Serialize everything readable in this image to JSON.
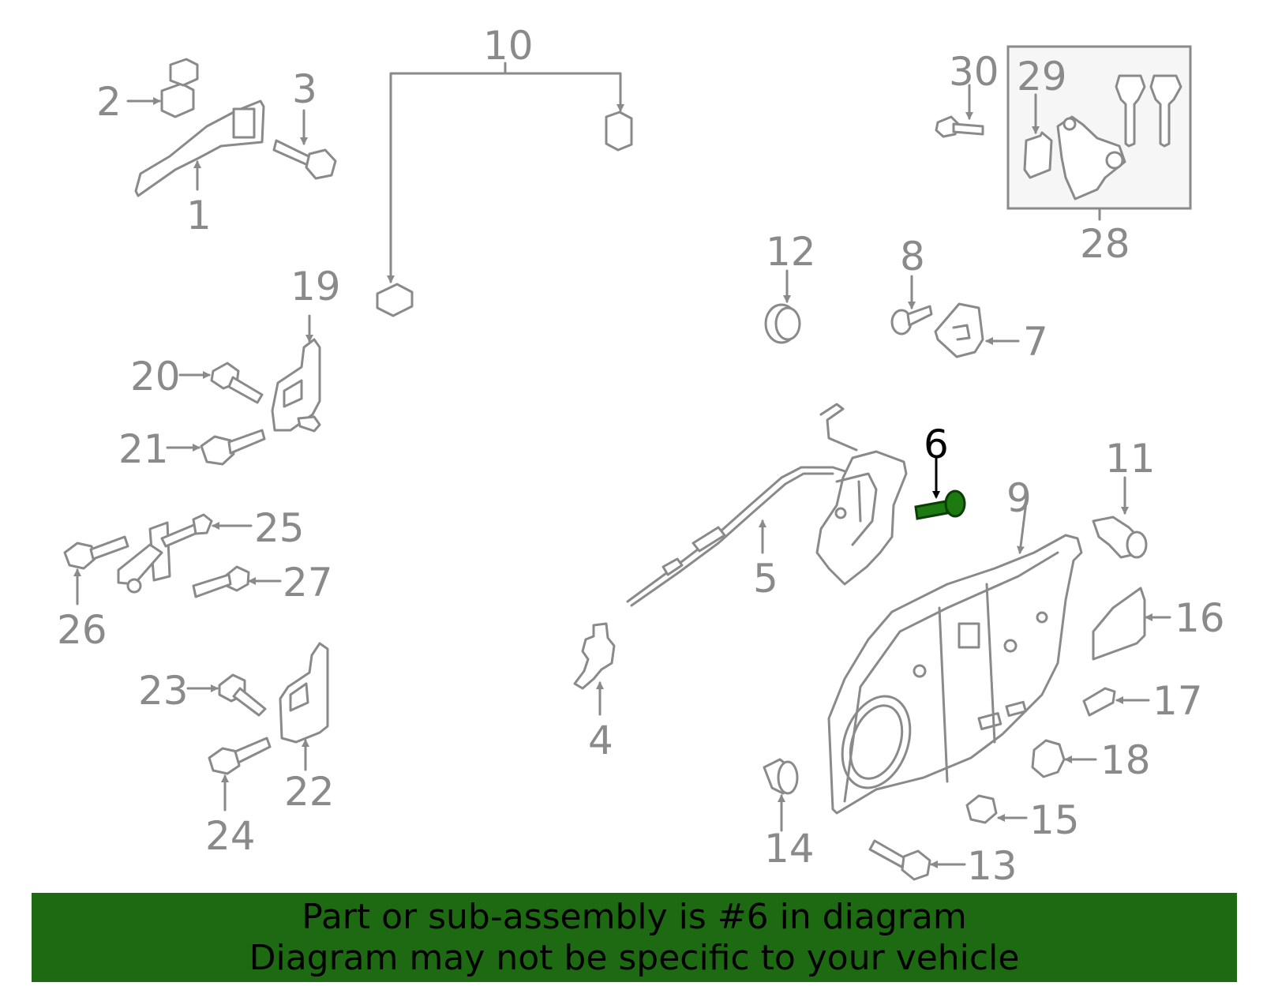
{
  "callouts": {
    "n1": "1",
    "n2": "2",
    "n3": "3",
    "n4": "4",
    "n5": "5",
    "n6": "6",
    "n7": "7",
    "n8": "8",
    "n9": "9",
    "n10": "10",
    "n11": "11",
    "n12": "12",
    "n13": "13",
    "n14": "14",
    "n15": "15",
    "n16": "16",
    "n17": "17",
    "n18": "18",
    "n19": "19",
    "n20": "20",
    "n21": "21",
    "n22": "22",
    "n23": "23",
    "n24": "24",
    "n25": "25",
    "n26": "26",
    "n27": "27",
    "n28": "28",
    "n29": "29",
    "n30": "30"
  },
  "highlight": {
    "part_number": "6",
    "color": "#1c7a10"
  },
  "banner": {
    "line1": "Part or sub-assembly is #6 in diagram",
    "line2": "Diagram may not be specific to your vehicle",
    "background": "#1d6a12"
  },
  "colors": {
    "linework": "#8a8a8a",
    "text": "#8a8a8a",
    "highlight_text": "#000000"
  }
}
